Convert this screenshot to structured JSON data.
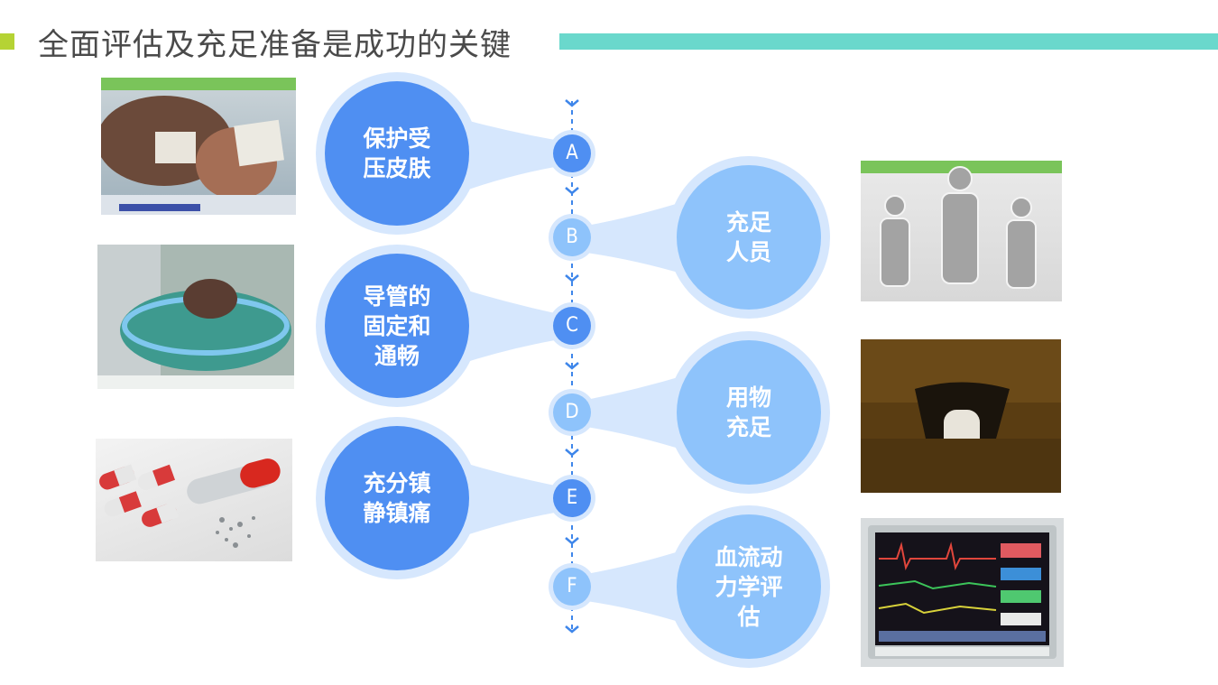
{
  "slide": {
    "title": "全面评估及充足准备是成功的关键",
    "accent_color": "#6ad8cc",
    "marker_color": "#b5d334"
  },
  "steps": [
    {
      "letter": "A",
      "side": "left",
      "label": "保护受\n压皮肤",
      "photo_icon": "patient-face-padding-photo"
    },
    {
      "letter": "B",
      "side": "right",
      "label": "充足\n人员",
      "photo_icon": "staff-silhouettes-photo"
    },
    {
      "letter": "C",
      "side": "left",
      "label": "导管的\n固定和\n通畅",
      "photo_icon": "catheter-fixation-photo"
    },
    {
      "letter": "D",
      "side": "right",
      "label": "用物\n充足",
      "photo_icon": "prone-headrest-photo"
    },
    {
      "letter": "E",
      "side": "left",
      "label": "充分镇\n静镇痛",
      "photo_icon": "capsules-photo"
    },
    {
      "letter": "F",
      "side": "right",
      "label": "血流动\n力学评\n估",
      "photo_icon": "vital-signs-monitor-photo"
    }
  ],
  "colors": {
    "dark_node": "#4f8ff2",
    "light_node": "#8ec3fb",
    "halo": "#d6e7fd",
    "timeline": "#3e86ea"
  }
}
